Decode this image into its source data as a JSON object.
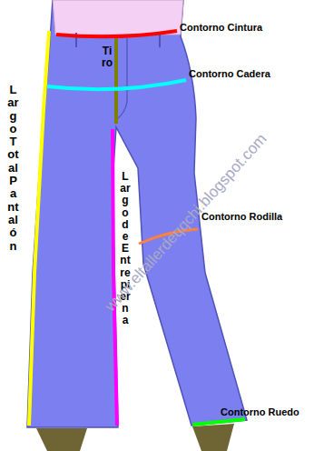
{
  "diagram": {
    "labels": [
      "Contorno Cintura",
      "Tiro",
      "Contorno Cadera",
      "Largo Total Pantalón",
      "Largo de Entrepierna",
      "Contorno Rodilla",
      "www.eltallerdeqqchi.blogspot.com",
      "Contorno Ruedo"
    ]
  }
}
